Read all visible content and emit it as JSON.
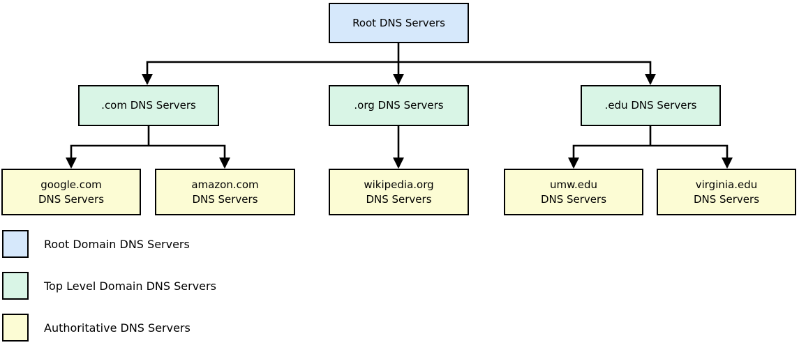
{
  "diagram": {
    "title_implied": "DNS server hierarchy",
    "root": {
      "label": "Root DNS Servers",
      "color": "#d6e8fb"
    },
    "tld_servers": [
      {
        "label": ".com DNS Servers",
        "color": "#d9f5e6"
      },
      {
        "label": ".org DNS Servers",
        "color": "#d9f5e6"
      },
      {
        "label": ".edu DNS Servers",
        "color": "#d9f5e6"
      }
    ],
    "authoritative_servers": [
      {
        "line1": "google.com",
        "line2": "DNS Servers",
        "parent": ".com DNS Servers",
        "color": "#fcfcd4"
      },
      {
        "line1": "amazon.com",
        "line2": "DNS Servers",
        "parent": ".com DNS Servers",
        "color": "#fcfcd4"
      },
      {
        "line1": "wikipedia.org",
        "line2": "DNS Servers",
        "parent": ".org DNS Servers",
        "color": "#fcfcd4"
      },
      {
        "line1": "umw.edu",
        "line2": "DNS Servers",
        "parent": ".edu DNS Servers",
        "color": "#fcfcd4"
      },
      {
        "line1": "virginia.edu",
        "line2": "DNS Servers",
        "parent": ".edu DNS Servers",
        "color": "#fcfcd4"
      }
    ]
  },
  "legend": {
    "items": [
      {
        "label": "Root Domain DNS Servers",
        "color": "#d6e8fb"
      },
      {
        "label": "Top Level Domain DNS Servers",
        "color": "#d9f5e6"
      },
      {
        "label": "Authoritative DNS Servers",
        "color": "#fcfcd4"
      }
    ]
  },
  "colors": {
    "line": "#000000",
    "border": "#000000",
    "background": "#ffffff"
  }
}
